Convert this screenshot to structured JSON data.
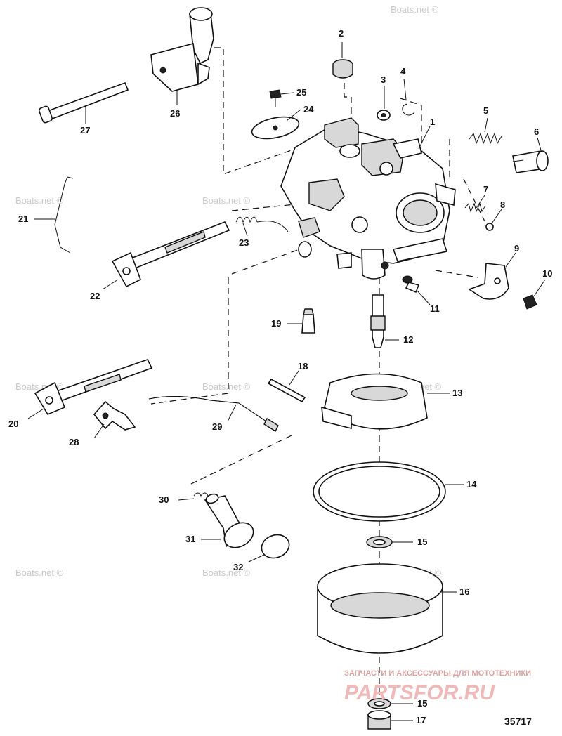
{
  "labels": [
    "1",
    "2",
    "3",
    "4",
    "5",
    "6",
    "7",
    "8",
    "9",
    "10",
    "11",
    "12",
    "13",
    "14",
    "15",
    "15",
    "16",
    "17",
    "18",
    "19",
    "20",
    "21",
    "22",
    "23",
    "24",
    "25",
    "26",
    "27",
    "28",
    "29",
    "30",
    "31",
    "32"
  ],
  "watermark": "Boats.net ©",
  "figure_number": "35717",
  "brand": {
    "tagline": "ЗАПЧАСТИ И АКСЕССУАРЫ ДЛЯ МОТОТЕХНИКИ",
    "logo": "PARTSFOR.RU"
  }
}
